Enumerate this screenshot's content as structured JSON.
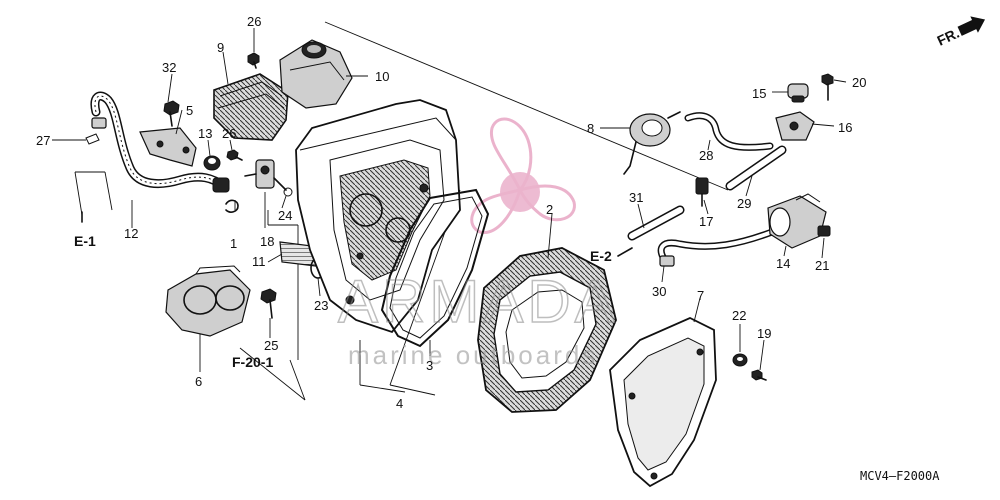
{
  "diagram": {
    "callouts": [
      {
        "id": "c1",
        "text": "1"
      },
      {
        "id": "c2",
        "text": "2"
      },
      {
        "id": "c3",
        "text": "3"
      },
      {
        "id": "c4",
        "text": "4"
      },
      {
        "id": "c5",
        "text": "5"
      },
      {
        "id": "c6",
        "text": "6"
      },
      {
        "id": "c7",
        "text": "7"
      },
      {
        "id": "c8",
        "text": "8"
      },
      {
        "id": "c9",
        "text": "9"
      },
      {
        "id": "c10",
        "text": "10"
      },
      {
        "id": "c11",
        "text": "11"
      },
      {
        "id": "c12",
        "text": "12"
      },
      {
        "id": "c13",
        "text": "13"
      },
      {
        "id": "c14",
        "text": "14"
      },
      {
        "id": "c15",
        "text": "15"
      },
      {
        "id": "c16",
        "text": "16"
      },
      {
        "id": "c17",
        "text": "17"
      },
      {
        "id": "c18",
        "text": "18"
      },
      {
        "id": "c19",
        "text": "19"
      },
      {
        "id": "c20",
        "text": "20"
      },
      {
        "id": "c21",
        "text": "21"
      },
      {
        "id": "c22",
        "text": "22"
      },
      {
        "id": "c23",
        "text": "23"
      },
      {
        "id": "c24",
        "text": "24"
      },
      {
        "id": "c25",
        "text": "25"
      },
      {
        "id": "c26a",
        "text": "26"
      },
      {
        "id": "c26b",
        "text": "26"
      },
      {
        "id": "c27",
        "text": "27"
      },
      {
        "id": "c28",
        "text": "28"
      },
      {
        "id": "c29",
        "text": "29"
      },
      {
        "id": "c30",
        "text": "30"
      },
      {
        "id": "c31",
        "text": "31"
      },
      {
        "id": "c32",
        "text": "32"
      }
    ],
    "references": {
      "e1": "E-1",
      "e2": "E-2",
      "f20": "F-20-1"
    },
    "direction": "FR.",
    "diagram_code": "MCV4—F2000A"
  },
  "watermark": {
    "brand": "ARMADA",
    "tagline": "marine outboards",
    "color": "#e8a6c4"
  }
}
